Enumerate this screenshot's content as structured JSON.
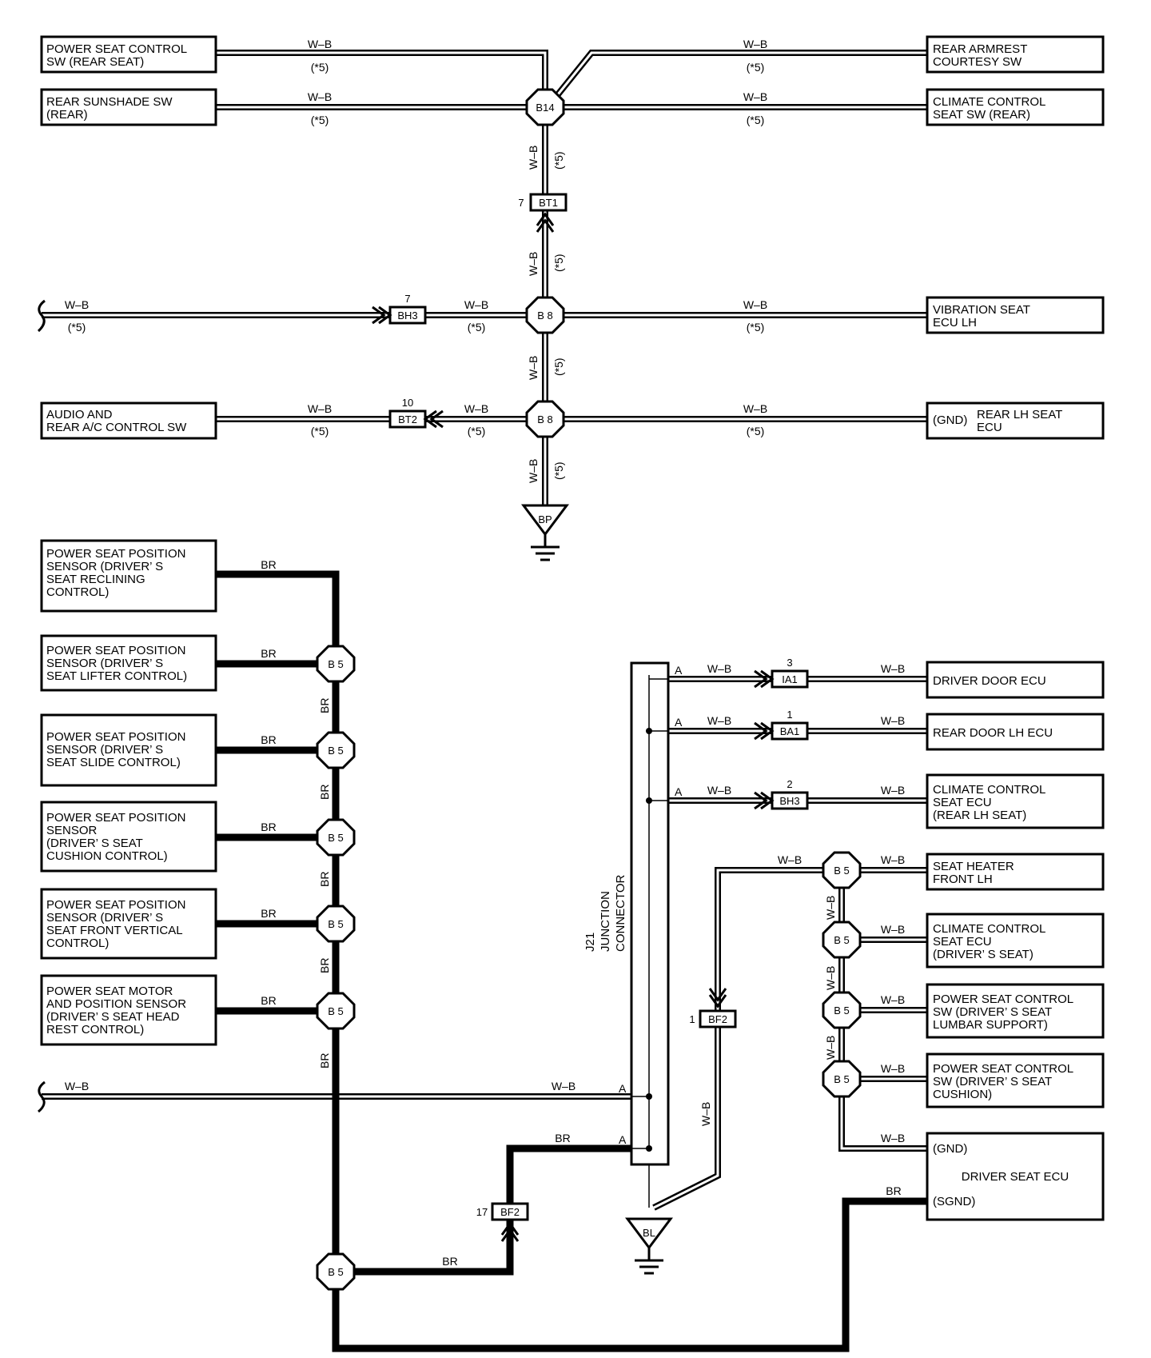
{
  "components": {
    "pwr_seat_ctrl_rear": [
      "POWER SEAT CONTROL",
      "SW (REAR SEAT)"
    ],
    "rear_sunshade": [
      "REAR SUNSHADE SW",
      "(REAR)"
    ],
    "rear_armrest": [
      "REAR ARMREST",
      "COURTESY SW"
    ],
    "climate_seat_sw_rear": [
      "CLIMATE CONTROL",
      "SEAT SW (REAR)"
    ],
    "vibration_seat": [
      "VIBRATION SEAT",
      "ECU LH"
    ],
    "audio_rear_ac": [
      "AUDIO AND",
      "REAR A/C CONTROL SW"
    ],
    "rear_lh_seat_ecu": [
      "REAR LH SEAT",
      "ECU"
    ],
    "rear_lh_gnd": "(GND)",
    "sensor_reclining": [
      "POWER SEAT POSITION",
      "SENSOR (DRIVER’ S",
      "SEAT RECLINING",
      "CONTROL)"
    ],
    "sensor_lifter": [
      "POWER SEAT POSITION",
      "SENSOR (DRIVER’ S",
      "SEAT LIFTER CONTROL)"
    ],
    "sensor_slide": [
      "POWER SEAT POSITION",
      "SENSOR (DRIVER’ S",
      "SEAT SLIDE CONTROL)"
    ],
    "sensor_cushion": [
      "POWER SEAT POSITION",
      "SENSOR",
      "(DRIVER’ S SEAT",
      " CUSHION CONTROL)"
    ],
    "sensor_front_vertical": [
      "POWER SEAT POSITION",
      "SENSOR (DRIVER’ S",
      "SEAT FRONT VERTICAL",
      "CONTROL)"
    ],
    "motor_head_rest": [
      "POWER SEAT MOTOR",
      "AND POSITION SENSOR",
      "(DRIVER’ S SEAT HEAD",
      " REST CONTROL)"
    ],
    "driver_door_ecu": [
      "DRIVER DOOR ECU"
    ],
    "rear_door_lh_ecu": [
      "REAR DOOR LH ECU"
    ],
    "climate_seat_ecu_rear_lh": [
      "CLIMATE CONTROL",
      "SEAT ECU",
      "(REAR LH SEAT)"
    ],
    "seat_heater_front_lh": [
      "SEAT HEATER",
      "FRONT LH"
    ],
    "climate_seat_ecu_driver": [
      "CLIMATE CONTROL",
      "SEAT ECU",
      "(DRIVER’ S SEAT)"
    ],
    "pwr_seat_ctrl_lumbar": [
      "POWER SEAT CONTROL",
      "SW (DRIVER’ S SEAT",
      "LUMBAR SUPPORT)"
    ],
    "pwr_seat_ctrl_cushion": [
      "POWER SEAT CONTROL",
      "SW (DRIVER’ S SEAT",
      "CUSHION)"
    ],
    "driver_seat_ecu": "DRIVER SEAT ECU",
    "driver_seat_gnd": "(GND)",
    "driver_seat_sgnd": "(SGND)",
    "junction_connector": [
      "J21",
      "JUNCTION",
      "CONNECTOR"
    ]
  },
  "wire_colors": {
    "wb": "W–B",
    "br": "BR"
  },
  "note": "(*5)",
  "pin_a": "A",
  "splices": {
    "b14": "B14",
    "b8": "B 8",
    "b5": "B 5"
  },
  "connectors": {
    "bt1": {
      "name": "BT1",
      "pin": "7"
    },
    "bh3_top": {
      "name": "BH3",
      "pin": "7"
    },
    "bt2": {
      "name": "BT2",
      "pin": "10"
    },
    "ia1": {
      "name": "IA1",
      "pin": "3"
    },
    "ba1": {
      "name": "BA1",
      "pin": "1"
    },
    "bh3_right": {
      "name": "BH3",
      "pin": "2"
    },
    "bf2_right": {
      "name": "BF2",
      "pin": "1"
    },
    "bf2_left": {
      "name": "BF2",
      "pin": "17"
    }
  },
  "grounds": {
    "bp": "BP",
    "bl": "BL"
  }
}
